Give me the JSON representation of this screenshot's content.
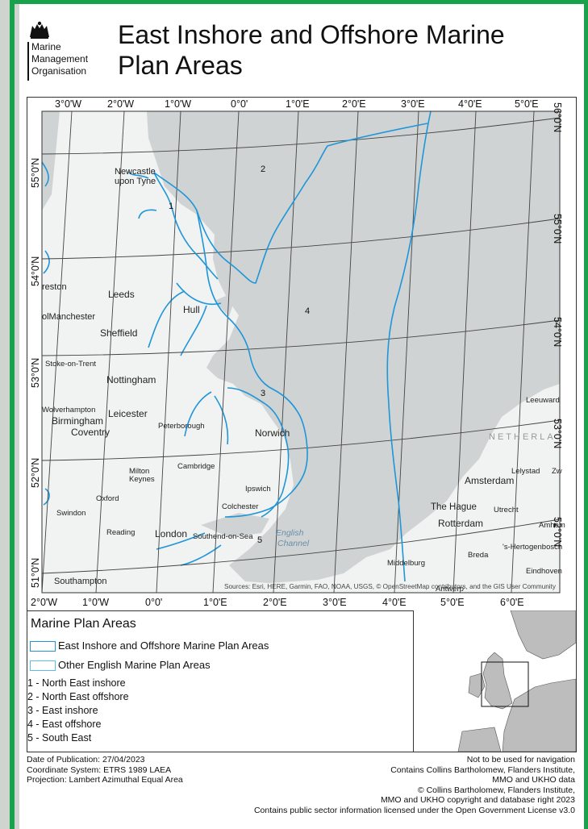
{
  "header": {
    "org_line1": "Marine",
    "org_line2": "Management",
    "org_line3": "Organisation",
    "title_line1": "East Inshore and Offshore Marine",
    "title_line2": "Plan Areas"
  },
  "map": {
    "top_ticks": [
      "3°0'W",
      "2°0'W",
      "1°0'W",
      "0°0'",
      "1°0'E",
      "2°0'E",
      "3°0'E",
      "4°0'E",
      "5°0'E"
    ],
    "bottom_ticks": [
      "2°0'W",
      "1°0'W",
      "0°0'",
      "1°0'E",
      "2°0'E",
      "3°0'E",
      "4°0'E",
      "5°0'E",
      "6°0'E"
    ],
    "left_ticks": [
      "55°0'N",
      "54°0'N",
      "53°0'N",
      "52°0'N",
      "51°0'N"
    ],
    "right_ticks": [
      "56°0'N",
      "55°0'N",
      "54°0'N",
      "53°0'N",
      "52°0'N"
    ],
    "area_numbers": [
      "1",
      "2",
      "3",
      "4",
      "5"
    ],
    "places": [
      "Newcastle",
      "upon Tyne",
      "Leeds",
      "Hull",
      "Sheffield",
      "Nottingham",
      "Leicester",
      "Birmingham",
      "Coventry",
      "Peterborough",
      "Norwich",
      "Cambridge",
      "Milton",
      "Keynes",
      "Oxford",
      "Ipswich",
      "Colchester",
      "Reading",
      "London",
      "Southend-on-Sea",
      "Swindon",
      "Southampton",
      "Stoke-on-Trent",
      "Wolverhampton",
      "olManchester",
      "reston",
      "Amsterdam",
      "The Hague",
      "Rotterdam",
      "Utrecht",
      "Lelystad",
      "Leeuward",
      "NETHERLA",
      "'s-Hertogenbosch",
      "Breda",
      "Middelburg",
      "Eindhoven",
      "Antwerp",
      "Amhem",
      "Zw",
      "English",
      "Channel"
    ],
    "attribution": "Sources: Esri, HERE, Garmin, FAO, NOAA, USGS, © OpenStreetMap contributors, and the GIS User Community",
    "colors": {
      "sea": "#cfd3d4",
      "land": "#f1f2f2",
      "boundary": "#1e96d8",
      "grid": "#444444"
    }
  },
  "legend": {
    "title": "Marine Plan Areas",
    "swatch1_label": "East Inshore and Offshore Marine Plan Areas",
    "swatch2_label": "Other English Marine Plan Areas",
    "areas": [
      "1 - North East inshore",
      "2 - North East offshore",
      "3 - East inshore",
      "4 - East offshore",
      "5 - South East"
    ],
    "swatch1_color": "#1e96d8",
    "swatch2_color": "#58bde8"
  },
  "footer": {
    "left": [
      "Date of Publication: 27/04/2023",
      "Coordinate System: ETRS 1989 LAEA",
      "Projection: Lambert Azimuthal Equal Area"
    ],
    "right": [
      "Not to be used for navigation",
      "Contains Collins Bartholomew, Flanders Institute,",
      "MMO and UKHO data",
      "© Collins Bartholomew, Flanders Institute,",
      "MMO and UKHO copyright and database right 2023",
      "Contains public sector information licensed under the Open Government License v3.0"
    ]
  }
}
